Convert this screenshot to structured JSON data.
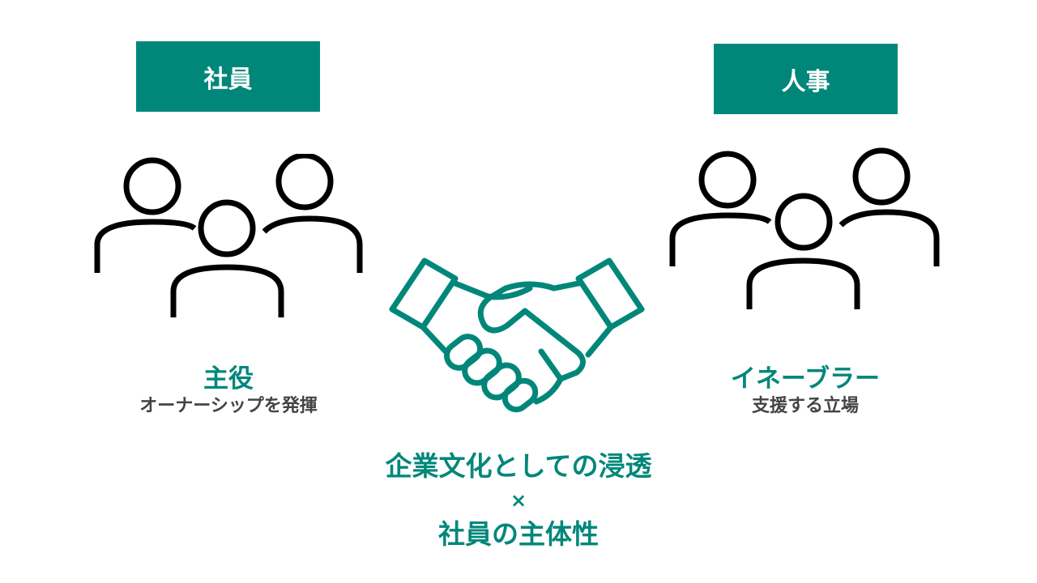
{
  "left": {
    "label": "社員",
    "icon": "people-group-icon",
    "role_title": "主役",
    "role_subtitle": "オーナーシップを発揮"
  },
  "right": {
    "label": "人事",
    "icon": "people-group-icon",
    "role_title": "イネーブラー",
    "role_subtitle": "支援する立場"
  },
  "center": {
    "icon": "handshake-icon",
    "line1": "企業文化としての浸透",
    "times": "×",
    "line2": "社員の主体性"
  },
  "colors": {
    "accent": "#00877a",
    "icon_stroke": "#000000",
    "subtext": "#444444"
  }
}
